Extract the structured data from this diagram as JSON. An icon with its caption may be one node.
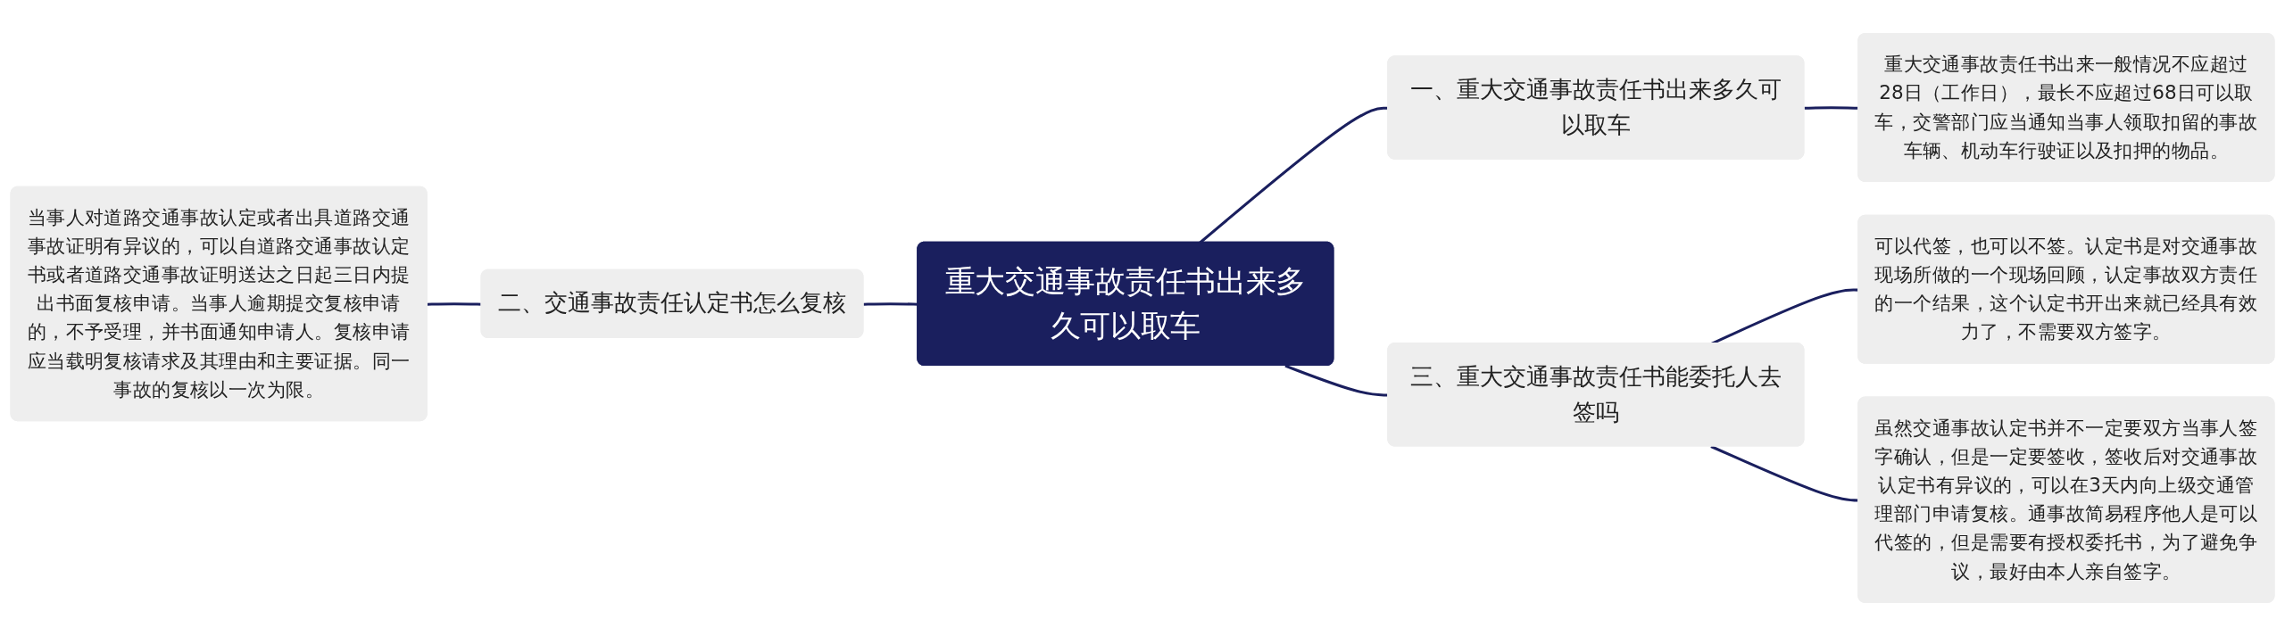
{
  "diagram": {
    "nodes": [
      {
        "text": [
          "重大交通事故责任书出来多久可以取车"
        ]
      },
      {
        "text": [
          "一、重大交通事故责任书出来多久可以取车"
        ]
      },
      {
        "text": [
          "重大交通事故责任书出来一般情况不应超过28日（工作日），最长不应超过68日可以取车，交警部门应当通知当事人领取扣留的事故车辆、机动车行驶证以及扣押的物品。"
        ]
      },
      {
        "text": [
          "二、交通事故责任认定书怎么复核"
        ]
      },
      {
        "text": [
          "当事人对道路交通事故认定或者出具道路交通事故证明有异议的，可以自道路交通事故认定书或者道路交通事故证明送达之日起三日内提出书面复核申请。当事人逾期提交复核申请的，不予受理，并书面通知申请人。复核申请应当载明复核请求及其理由和主要证据。同一事故的复核以一次为限。"
        ]
      },
      {
        "text": [
          "三、重大交通事故责任书能委托人去签吗"
        ]
      },
      {
        "text": [
          "可以代签，也可以不签。认定书是对交通事故现场所做的一个现场回顾，认定事故双方责任的一个结果，这个认定书开出来就已经具有效力了，不需要双方签字。"
        ]
      },
      {
        "text": [
          "虽然交通事故认定书并不一定要双方当事人签字确认，但是一定要签收，签收后对交通事故认定书有异议的，可以在3天内向上级交通管理部门申请复核。通事故简易程序他人是可以代签的，但是需要有授权委托书，为了避免争议，最好由本人亲自签字。"
        ]
      }
    ],
    "edges": [
      {
        "from": 0,
        "to": 1,
        "arrow": "none"
      },
      {
        "from": 1,
        "to": 2,
        "arrow": "none"
      },
      {
        "from": 4,
        "to": 3,
        "arrow": "none"
      },
      {
        "from": 3,
        "to": 0,
        "arrow": "none"
      },
      {
        "from": 0,
        "to": 5,
        "arrow": "none"
      },
      {
        "from": 5,
        "to": 6,
        "arrow": "none"
      },
      {
        "from": 5,
        "to": 7,
        "arrow": "none"
      }
    ]
  }
}
